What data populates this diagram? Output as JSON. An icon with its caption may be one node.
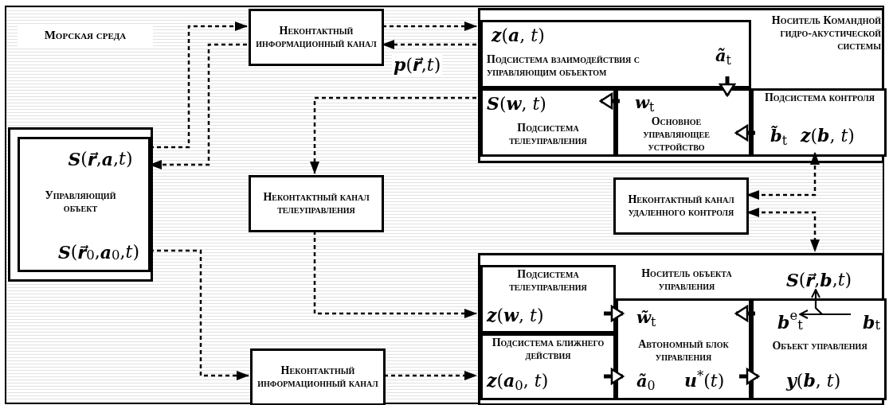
{
  "diagram": {
    "nodes": [
      {
        "text": [
          "Морская среда"
        ]
      },
      {
        "text": [
          "Управляющий объект"
        ],
        "in": 0
      },
      {
        "text": [
          "**S**(**r⃗**,**a**,*t*)"
        ],
        "in": 1
      },
      {
        "text": [
          "**S**(**r⃗**$_{0}$,**a**$_{0}$,*t*)"
        ],
        "in": 1
      },
      {
        "text": [
          "Неконтактный информационный канал"
        ],
        "in": 0
      },
      {
        "text": [
          "Носитель Командной гидро-акустической системы"
        ],
        "in": 0
      },
      {
        "text": [
          "**z**(**a**, *t*)",
          "Подсистема взаимодействия с управляющим объектом"
        ],
        "in": 5
      },
      {
        "text": [
          "**S**(**w**, *t*)",
          "Подсистема телеуправления"
        ],
        "in": 5
      },
      {
        "text": [
          "**w**$_{t}$",
          "Основное управляющее устройство"
        ],
        "in": 5
      },
      {
        "text": [
          "Подсистема контроля",
          "**b̃**$_{t}$",
          "**z**(**b**, *t*)"
        ],
        "in": 5
      },
      {
        "text": [
          "Неконтактный канал телеуправления"
        ],
        "in": 0
      },
      {
        "text": [
          "Неконтактный канал удаленного контроля"
        ],
        "in": 0
      },
      {
        "text": [
          "Носитель объекта управления"
        ],
        "in": 0
      },
      {
        "text": [
          "Подсистема телеуправления",
          "**z**(**w**, *t*)"
        ],
        "in": 12
      },
      {
        "text": [
          "Подсистема ближнего действия",
          "**z**(**a**$_{0}$, *t*)"
        ],
        "in": 12
      },
      {
        "text": [
          "**w̃**$_{t}$",
          "Автономный блок управления",
          "**ã**$_{0}$",
          "**u**$^{*}$(*t*)"
        ],
        "in": 12
      },
      {
        "text": [
          "Объект управления",
          "**y**(**b**, *t*)"
        ],
        "in": 12
      },
      {
        "text": [
          "Неконтактный информационный канал"
        ],
        "in": 0
      },
      {
        "text": [
          "**S**(**r⃗**,**b**,*t*)"
        ],
        "in": 12
      },
      {
        "text": [
          "**b**$^{e}$$_{t}$"
        ],
        "in": 16
      },
      {
        "text": [
          "**b**$_{t}$"
        ],
        "in": 16
      }
    ],
    "edges": [
      {
        "from": 2,
        "to": 4,
        "arrow": "to",
        "style": "dashed"
      },
      {
        "from": 4,
        "to": 2,
        "arrow": "to",
        "style": "dashed"
      },
      {
        "from": 4,
        "to": 6,
        "arrow": "to",
        "style": "dashed"
      },
      {
        "from": 6,
        "to": 4,
        "arrow": "to",
        "style": "dashed",
        "label": "**p**(**r⃗**,*t*)"
      },
      {
        "from": 7,
        "to": 10,
        "arrow": "to",
        "style": "dashed"
      },
      {
        "from": 10,
        "to": 13,
        "arrow": "to",
        "style": "dashed"
      },
      {
        "from": 3,
        "to": 17,
        "arrow": "to",
        "style": "dashed"
      },
      {
        "from": 17,
        "to": 14,
        "arrow": "to",
        "style": "dashed"
      },
      {
        "from": 11,
        "to": 9,
        "arrow": "both",
        "style": "dashed"
      },
      {
        "from": 11,
        "to": 12,
        "arrow": "both",
        "style": "dashed"
      },
      {
        "from": 6,
        "to": 8,
        "arrow": "to",
        "style": "thick",
        "label": "**ã**$_{t}$"
      },
      {
        "from": 8,
        "to": 7,
        "arrow": "to",
        "style": "thick"
      },
      {
        "from": 9,
        "to": 8,
        "arrow": "to",
        "style": "thick"
      },
      {
        "from": 13,
        "to": 15,
        "arrow": "to",
        "style": "thick"
      },
      {
        "from": 14,
        "to": 15,
        "arrow": "to",
        "style": "thick"
      },
      {
        "from": 15,
        "to": 16,
        "arrow": "to",
        "style": "thick"
      },
      {
        "from": 16,
        "to": 15,
        "arrow": "to",
        "style": "thick"
      },
      {
        "from": 20,
        "to": 19,
        "arrow": "to"
      },
      {
        "from": 20,
        "to": 18,
        "arrow": "to"
      }
    ]
  }
}
